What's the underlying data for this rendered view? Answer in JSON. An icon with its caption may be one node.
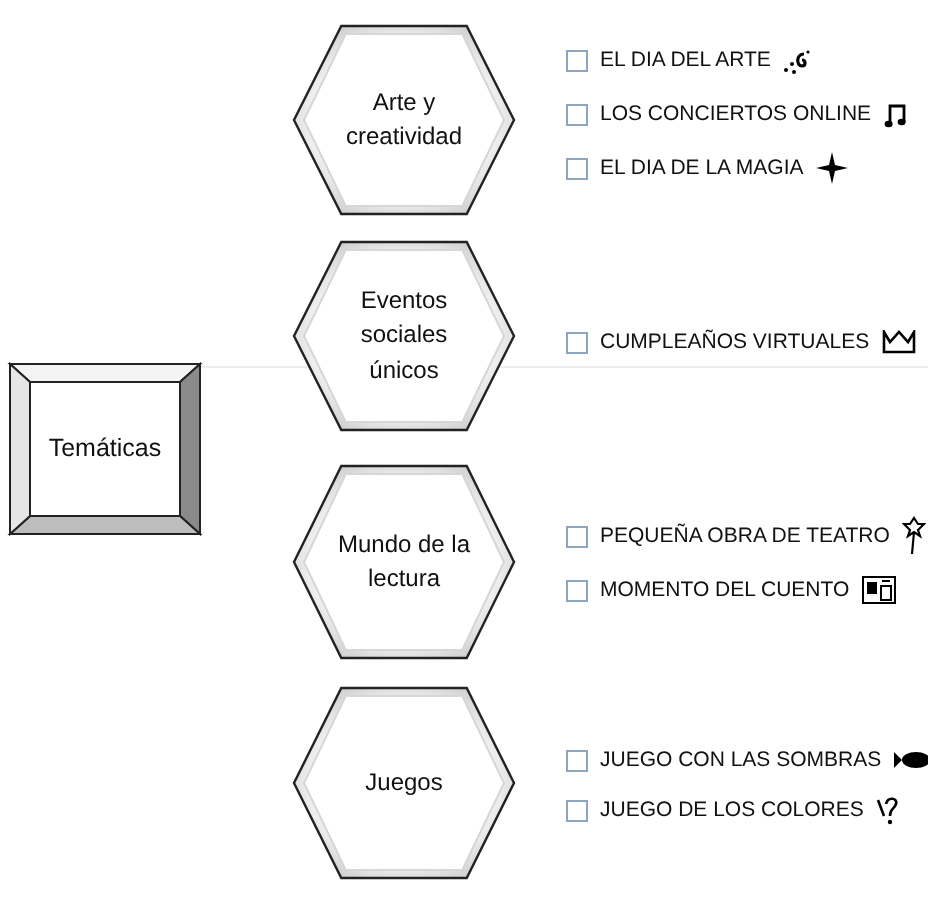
{
  "diagram": {
    "nodes": [
      {
        "text": [
          "Temáticas"
        ]
      },
      {
        "text": [
          "Arte y creatividad"
        ]
      },
      {
        "text": [
          "Eventos sociales únicos"
        ]
      },
      {
        "text": [
          "Mundo de la lectura"
        ]
      },
      {
        "text": [
          "Juegos"
        ]
      }
    ],
    "labels": [
      "EL DIA DEL ARTE",
      "LOS CONCIERTOS ONLINE",
      "EL DIA DE LA MAGIA",
      "CUMPLEAÑOS VIRTUALES",
      "PEQUEÑA OBRA DE TEATRO",
      "MOMENTO DEL CUENTO",
      "JUEGO CON LAS SOMBRAS",
      "JUEGO DE LOS COLORES"
    ]
  }
}
